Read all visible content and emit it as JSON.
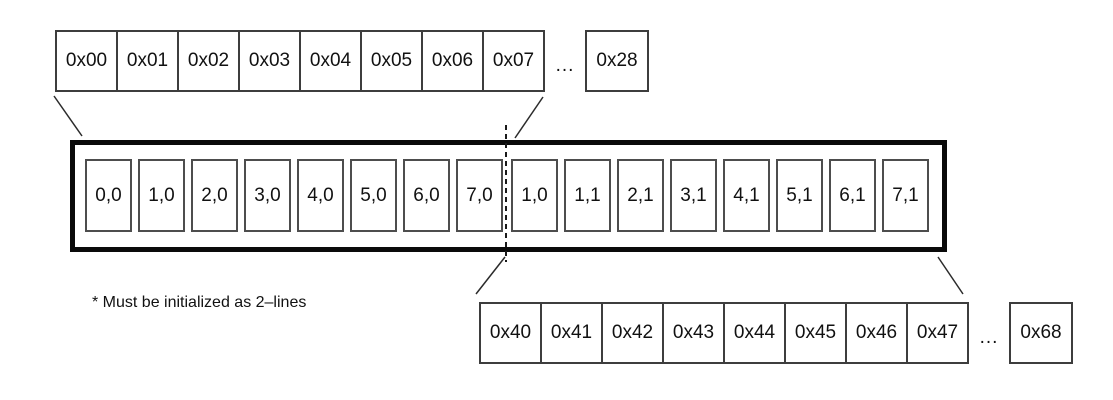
{
  "diagram": {
    "row1": {
      "cells": [
        "0x00",
        "0x01",
        "0x02",
        "0x03",
        "0x04",
        "0x05",
        "0x06",
        "0x07"
      ],
      "ellipsis": "...",
      "end_cell": "0x28"
    },
    "display_box": {
      "cells": [
        "0,0",
        "1,0",
        "2,0",
        "3,0",
        "4,0",
        "5,0",
        "6,0",
        "7,0",
        "1,0",
        "1,1",
        "2,1",
        "3,1",
        "4,1",
        "5,1",
        "6,1",
        "7,1"
      ]
    },
    "row2": {
      "cells": [
        "0x40",
        "0x41",
        "0x42",
        "0x43",
        "0x44",
        "0x45",
        "0x46",
        "0x47"
      ],
      "ellipsis": "...",
      "end_cell": "0x68"
    },
    "footnote": "* Must be initialized as 2–lines",
    "colors": {
      "background": "#ffffff",
      "thick_border": "#0a0a0a",
      "cell_border": "#4d4d4d",
      "strip_border": "#3d3d3d",
      "connector_line": "#2b2b2b",
      "text": "#111111"
    }
  }
}
